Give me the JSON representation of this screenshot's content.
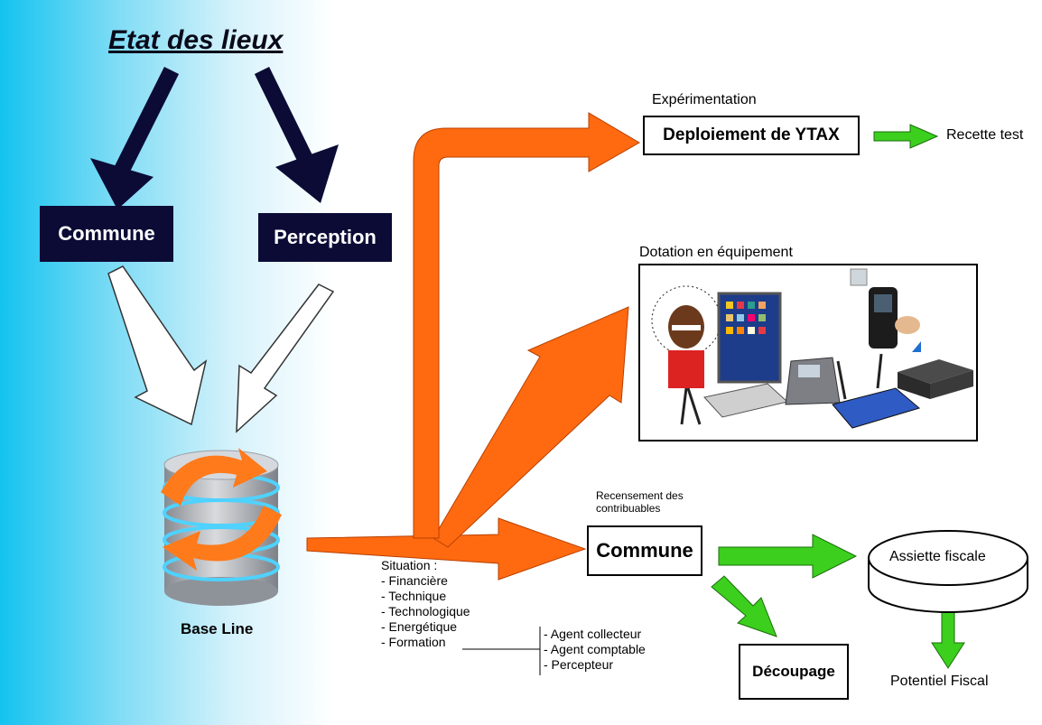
{
  "diagram": {
    "title": "Etat des lieux",
    "commune_left": "Commune",
    "perception": "Perception",
    "base_line": "Base Line",
    "experimentation": "Expérimentation",
    "deploiement": "Deploiement de YTAX",
    "recette": "Recette test",
    "dotation": "Dotation en équipement",
    "recensement": "Recensement des contribuables",
    "commune_right": "Commune",
    "assiette": "Assiette fiscale",
    "decoupage": "Découpage",
    "potentiel": "Potentiel Fiscal",
    "situation": {
      "heading": "Situation :",
      "items": [
        "- Financière",
        "- Technique",
        "- Technologique",
        "- Energétique",
        "- Formation"
      ]
    },
    "agents": [
      "- Agent collecteur",
      "- Agent comptable",
      "- Percepteur"
    ]
  },
  "colors": {
    "navy": "#0b0b36",
    "orange": "#ff6a10",
    "green": "#3ccf1e",
    "cyan": "#14c3f0"
  }
}
